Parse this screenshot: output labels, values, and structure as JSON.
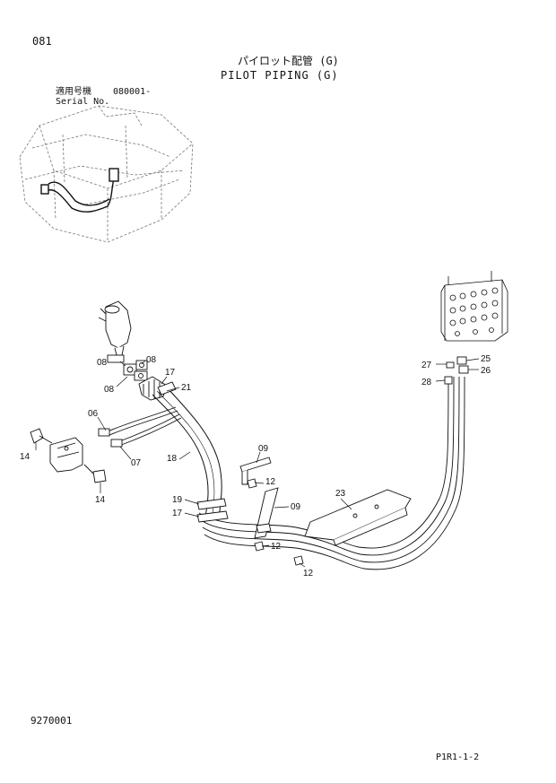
{
  "page_number": "081",
  "title_jp": "パイロット配管 (G)",
  "title_en": "PILOT PIPING (G)",
  "serial_label_jp": "適用号機",
  "serial_label_en": "Serial No.",
  "serial_value": "080001-",
  "doc_id": "9270001",
  "sheet_id": "P1R1-1-2",
  "callouts": [
    {
      "id": "c08a",
      "label": "08"
    },
    {
      "id": "c08b",
      "label": "08"
    },
    {
      "id": "c08c",
      "label": "08"
    },
    {
      "id": "c17a",
      "label": "17"
    },
    {
      "id": "c21",
      "label": "21"
    },
    {
      "id": "c06",
      "label": "06"
    },
    {
      "id": "c14a",
      "label": "14"
    },
    {
      "id": "c07",
      "label": "07"
    },
    {
      "id": "c14b",
      "label": "14"
    },
    {
      "id": "c18",
      "label": "18"
    },
    {
      "id": "c09a",
      "label": "09"
    },
    {
      "id": "c12a",
      "label": "12"
    },
    {
      "id": "c19",
      "label": "19"
    },
    {
      "id": "c17b",
      "label": "17"
    },
    {
      "id": "c09b",
      "label": "09"
    },
    {
      "id": "c23",
      "label": "23"
    },
    {
      "id": "c12b",
      "label": "12"
    },
    {
      "id": "c12c",
      "label": "12"
    },
    {
      "id": "c27",
      "label": "27"
    },
    {
      "id": "c28",
      "label": "28"
    },
    {
      "id": "c25",
      "label": "25"
    },
    {
      "id": "c26",
      "label": "26"
    }
  ]
}
